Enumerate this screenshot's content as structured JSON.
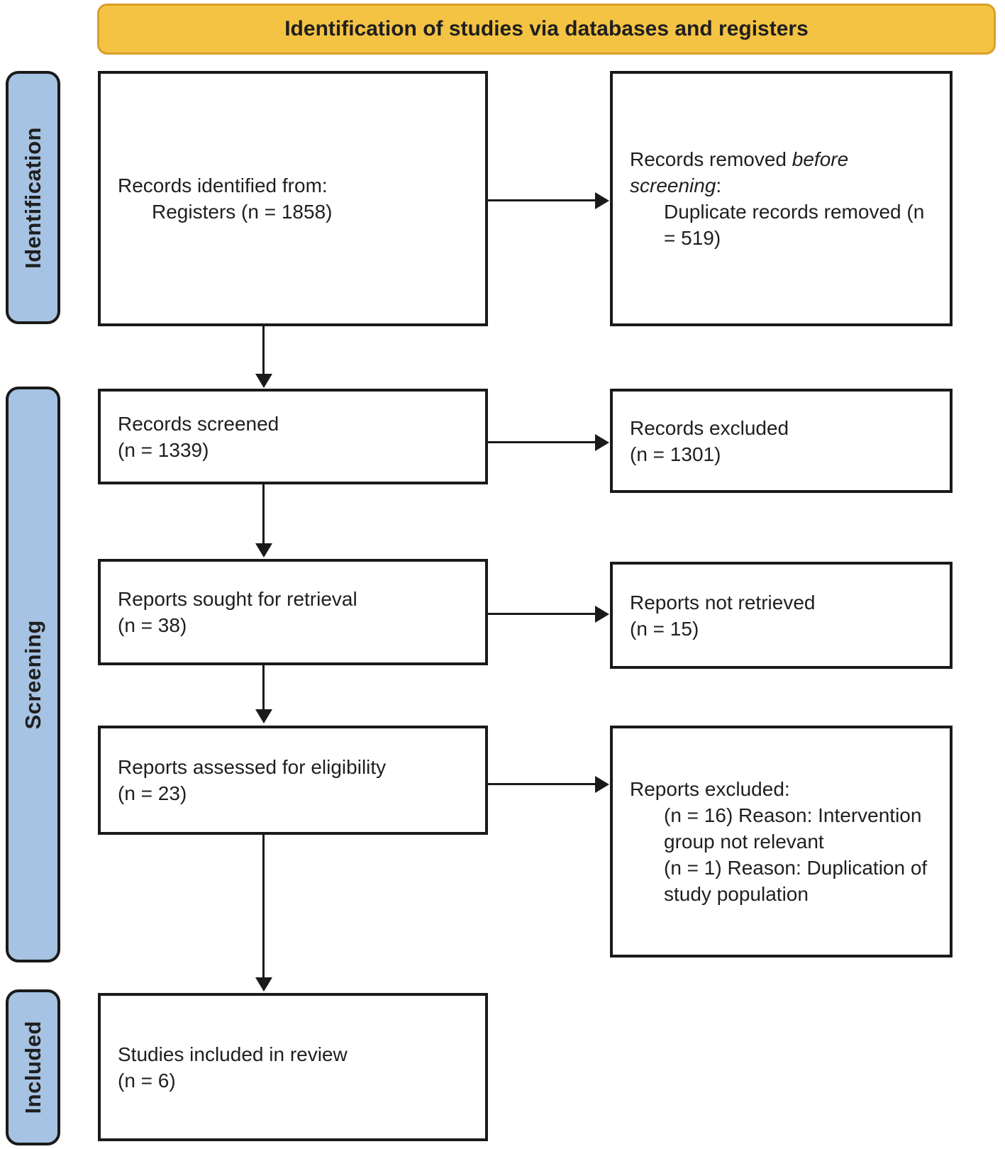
{
  "banner": {
    "label": "Identification of studies via databases and registers"
  },
  "stages": {
    "identification": "Identification",
    "screening": "Screening",
    "included": "Included"
  },
  "flow_boxes": {
    "identified": {
      "line1": "Records identified from:",
      "line2": "Registers (n = 1858)"
    },
    "screened": {
      "line1": "Records screened",
      "line2": "(n = 1339)"
    },
    "sought": {
      "line1": "Reports sought for retrieval",
      "line2": "(n = 38)"
    },
    "assessed": {
      "line1": "Reports assessed for eligibility",
      "line2": "(n = 23)"
    },
    "included": {
      "line1": "Studies included in review",
      "line2": "(n = 6)"
    }
  },
  "exclusion_boxes": {
    "removed_before_screening": {
      "line1_pre": "Records removed ",
      "line1_italic": "before screening",
      "line1_post": ":",
      "line2": "Duplicate records removed (n = 519)"
    },
    "records_excluded": {
      "line1": "Records excluded",
      "line2": "(n = 1301)"
    },
    "reports_not_retrieved": {
      "line1": "Reports not retrieved",
      "line2": "(n = 15)"
    },
    "reports_excluded": {
      "line1": "Reports excluded:",
      "line2": "(n = 16) Reason: Intervention group not relevant",
      "line3": "(n = 1) Reason: Duplication of study population"
    }
  },
  "colors": {
    "banner_fill": "#F4C343",
    "banner_border": "#D99F2B",
    "stage_fill": "#A6C3E3",
    "box_border": "#1a1a1a",
    "text": "#1f1f1f"
  }
}
